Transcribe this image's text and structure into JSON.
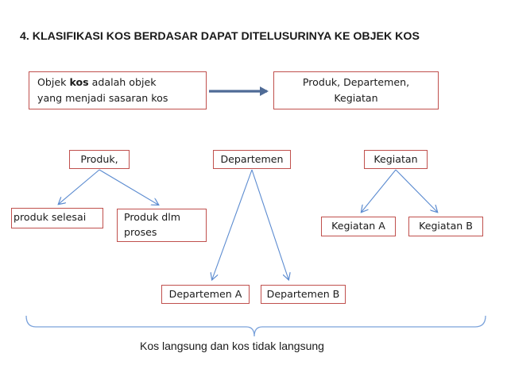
{
  "title": "4. KLASIFIKASI KOS BERDASAR DAPAT DITELUSURINYA KE OBJEK KOS",
  "definition": {
    "pre": "Objek ",
    "bold": "kos",
    "post": " adalah objek",
    "line2": "yang menjadi sasaran kos"
  },
  "objects": {
    "line1": "Produk,  Departemen,",
    "line2": "Kegiatan"
  },
  "nodes": {
    "produk": "Produk,",
    "departemen": "Departemen",
    "kegiatan": "Kegiatan",
    "produk_selesai": "produk selesai",
    "produk_dlm_line1": "Produk dlm",
    "produk_dlm_line2": "proses",
    "departemen_a": "Departemen A",
    "departemen_b": "Departemen B",
    "kegiatan_a": "Kegiatan A",
    "kegiatan_b": "Kegiatan B"
  },
  "bottom_label": "Kos langsung dan kos tidak langsung",
  "colors": {
    "box_border": "#c0504d",
    "main_arrow": "#4f6b96",
    "branch_arrow": "#5b8bd0",
    "brace": "#7aa2db"
  }
}
